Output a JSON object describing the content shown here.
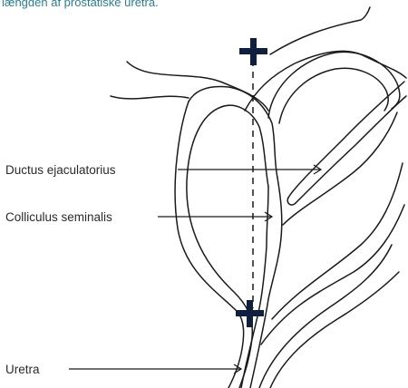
{
  "caption": "længden af prostatiske uretra.",
  "colors": {
    "caption": "#2e7d8f",
    "line": "#1a1a1a",
    "marker": "#0f1f3d"
  },
  "labels": {
    "ductus": "Ductus ejaculatorius",
    "colliculus": "Colliculus seminalis",
    "uretra": "Uretra"
  },
  "markers": [
    "plus-marker-top",
    "plus-marker-bottom"
  ]
}
